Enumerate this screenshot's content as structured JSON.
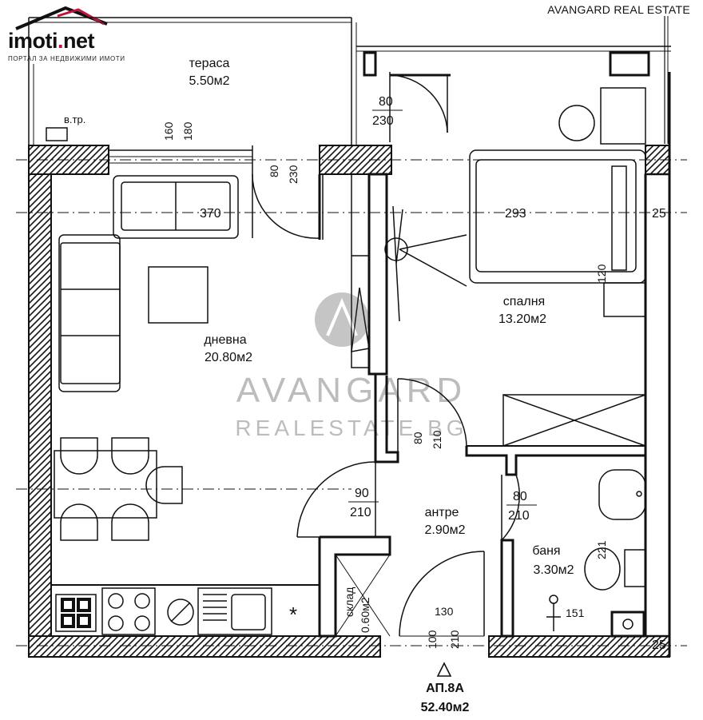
{
  "brand_text": "AVANGARD REAL ESTATE",
  "logo": {
    "name_main": "imoti",
    "name_dot": ".",
    "name_tld": "net",
    "tagline": "ПОРТАЛ ЗА НЕДВИЖИМИ ИМОТИ",
    "accent_color": "#c0143c"
  },
  "watermark": {
    "line1": "AVANGARD",
    "line2": "REALESTATE.BG"
  },
  "rooms": {
    "terrace": {
      "name": "тераса",
      "area": "5.50м2"
    },
    "living": {
      "name": "дневна",
      "area": "20.80м2"
    },
    "bedroom": {
      "name": "спалня",
      "area": "13.20м2"
    },
    "hall": {
      "name": "антре",
      "area": "2.90м2"
    },
    "bath": {
      "name": "баня",
      "area": "3.30м2"
    },
    "storage": {
      "name": "склад",
      "area": "0.60м2"
    }
  },
  "labels": {
    "vtr": "в.тр.",
    "d160": "160",
    "d180": "180",
    "term_door_w": "80",
    "term_door_h": "230",
    "bal_door_w": "80",
    "bal_door_h": "230",
    "w370": "370",
    "w293": "293",
    "w25_top": "25",
    "w120": "120",
    "bed_door_w": "80",
    "bed_door_h": "210",
    "liv_door_w": "90",
    "liv_door_h": "210",
    "bath_door_w": "80",
    "bath_door_h": "210",
    "d221": "221",
    "d151": "151",
    "ent_w": "100",
    "ent_h": "210",
    "ent_130": "130",
    "w25_bottom": "25",
    "star": "*"
  },
  "apartment": {
    "code": "АП.8А",
    "area": "52.40м2"
  }
}
